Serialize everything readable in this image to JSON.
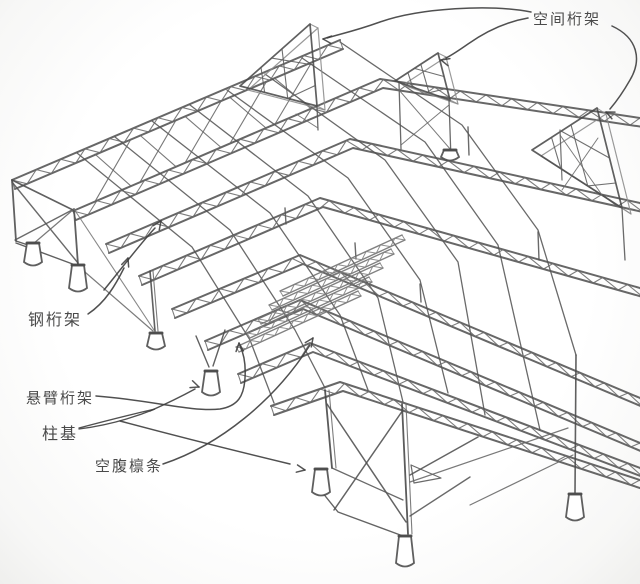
{
  "figure": {
    "background": "#ffffff",
    "ink_color": "#4a4a4a"
  },
  "labels": {
    "space_truss": {
      "text": "空间桁架"
    },
    "steel_truss": {
      "text": "钢桁架"
    },
    "cantilever_truss": {
      "text": "悬臂桁架"
    },
    "column_base": {
      "text": "柱基"
    },
    "open_web_purlin": {
      "text": "空腹檩条"
    }
  }
}
